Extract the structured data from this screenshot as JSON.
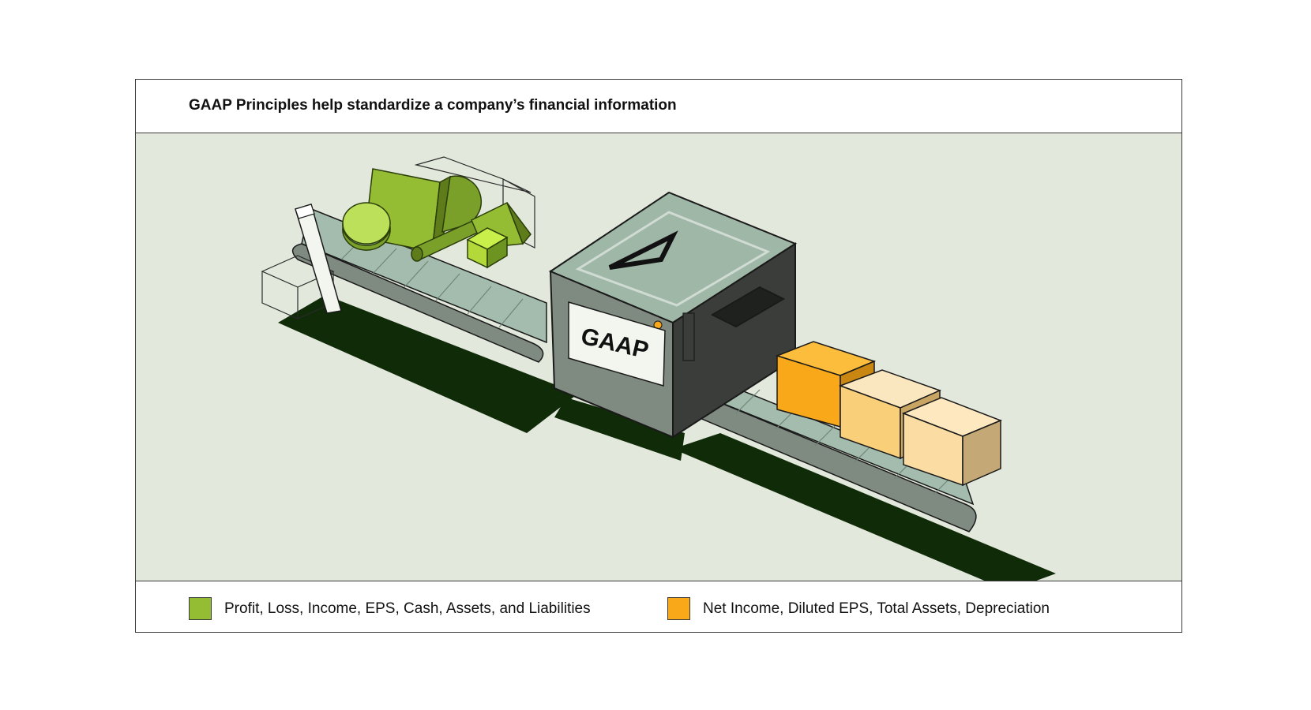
{
  "title": "GAAP Principles help standardize a company’s financial information",
  "machine_label": "GAAP",
  "colors": {
    "input_green": "#95bd34",
    "output_orange": "#f9a81a",
    "background": "#e3e8dc",
    "shadow": "#0f2b08"
  },
  "legend": [
    {
      "label": "Profit, Loss, Income, EPS, Cash, Assets, and Liabilities",
      "color": "#95bd34"
    },
    {
      "label": "Net Income, Diluted EPS, Total Assets, Depreciation",
      "color": "#f9a81a"
    }
  ]
}
